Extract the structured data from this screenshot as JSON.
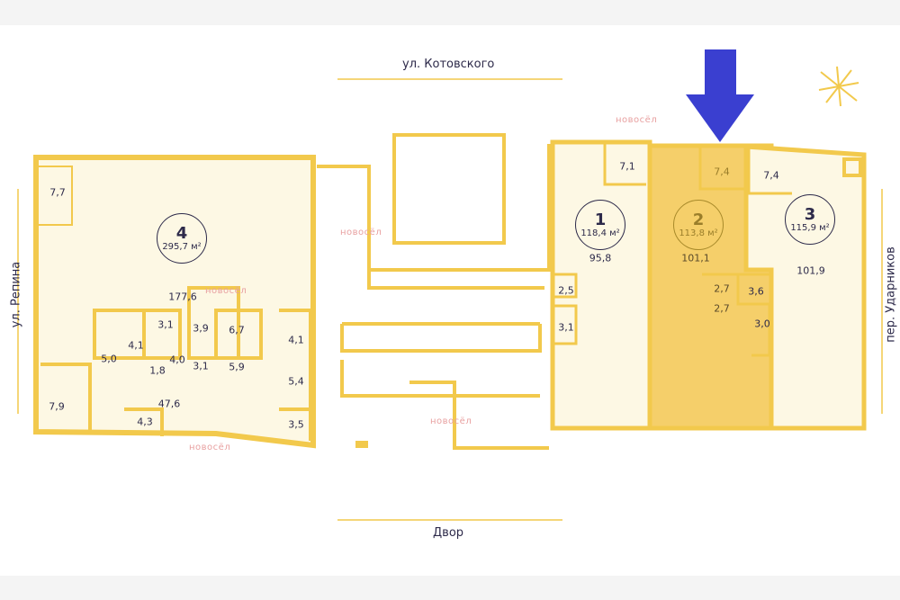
{
  "streets": {
    "top": "ул. Котовского",
    "bottom": "Двор",
    "left": "ул. Репина",
    "right": "пер. Ударников"
  },
  "logo_text": "новосёл",
  "colors": {
    "wall": "#f2c94c",
    "fill": "#fdf8e4",
    "selected": "#f5cf6a",
    "arrow": "#3a3fd0",
    "badge": "#2d2a4a"
  },
  "units": [
    {
      "number": "4",
      "area": "295,7 м²"
    },
    {
      "number": "1",
      "area": "118,4 м²"
    },
    {
      "number": "2",
      "area": "113,8 м²",
      "selected": true
    },
    {
      "number": "3",
      "area": "115,9 м²"
    }
  ],
  "rooms": {
    "u4": [
      "7,7",
      "177,6",
      "3,1",
      "3,9",
      "6,7",
      "4,1",
      "5,0",
      "4,1",
      "1,8",
      "4,0",
      "3,1",
      "5,9",
      "5,4",
      "7,9",
      "47,6",
      "4,3",
      "3,5"
    ],
    "u1": [
      "7,1",
      "95,8",
      "2,5",
      "3,1"
    ],
    "u2": [
      "7,4",
      "101,1",
      "2,7",
      "2,7"
    ],
    "u3": [
      "7,4",
      "101,9",
      "3,6",
      "3,0"
    ]
  }
}
